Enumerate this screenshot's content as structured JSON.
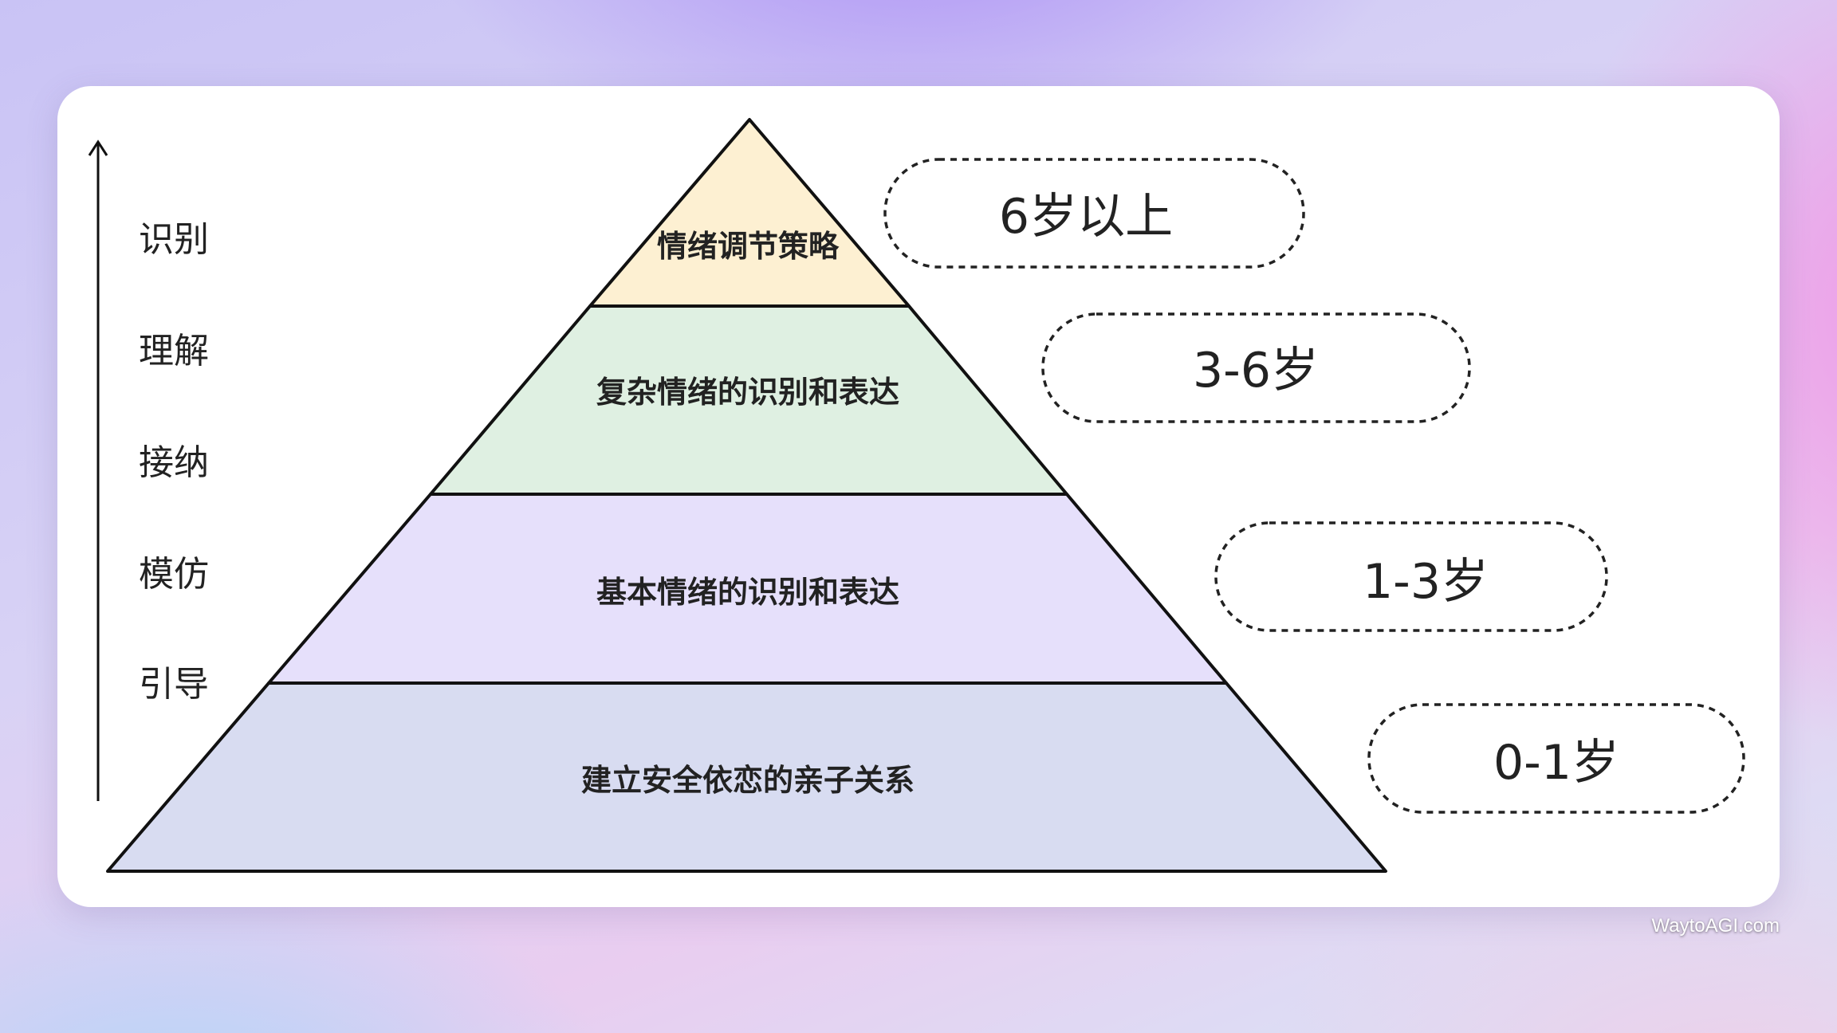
{
  "axis_labels": [
    "识别",
    "理解",
    "接纳",
    "模仿",
    "引导"
  ],
  "pyramid_levels": [
    {
      "label": "情绪调节策略",
      "age": "6岁以上",
      "color": "#fdf0d2"
    },
    {
      "label": "复杂情绪的识别和表达",
      "age": "3-6岁",
      "color": "#dff0e2"
    },
    {
      "label": "基本情绪的识别和表达",
      "age": "1-3岁",
      "color": "#e6e0fb"
    },
    {
      "label": "建立安全依恋的亲子关系",
      "age": "0-1岁",
      "color": "#d8dcf1"
    }
  ],
  "watermark": "WaytoAGI.com"
}
